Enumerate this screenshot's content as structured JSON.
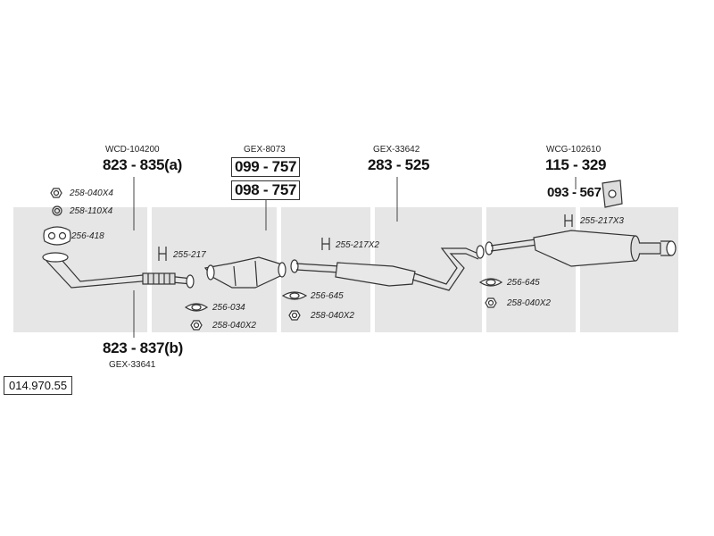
{
  "diagram_number": "014.970.55",
  "references": {
    "front_pipe": "WCD-104200",
    "catalyst": "GEX-8073",
    "middle": "GEX-33642",
    "rear": "WCG-102610",
    "front_pipe_b": "GEX-33641"
  },
  "part_codes": {
    "front_pipe_a": "823 - 835(a)",
    "catalyst_1": "099 - 757",
    "catalyst_2": "098 - 757",
    "middle": "283 - 525",
    "rear": "115 - 329",
    "rear_hanger": "093 - 567",
    "front_pipe_b": "823 - 837(b)"
  },
  "fittings": {
    "nut_x4": "258-040X4",
    "ring_x4": "258-110X4",
    "gasket_418": "256-418",
    "clamp_217": "255-217",
    "gasket_034": "256-034",
    "nut_x2_a": "258-040X2",
    "clamp_217x2": "255-217X2",
    "gasket_645_a": "256-645",
    "nut_x2_b": "258-040X2",
    "clamp_217x3": "255-217X3",
    "gasket_645_b": "256-645",
    "nut_x2_c": "258-040X2"
  }
}
